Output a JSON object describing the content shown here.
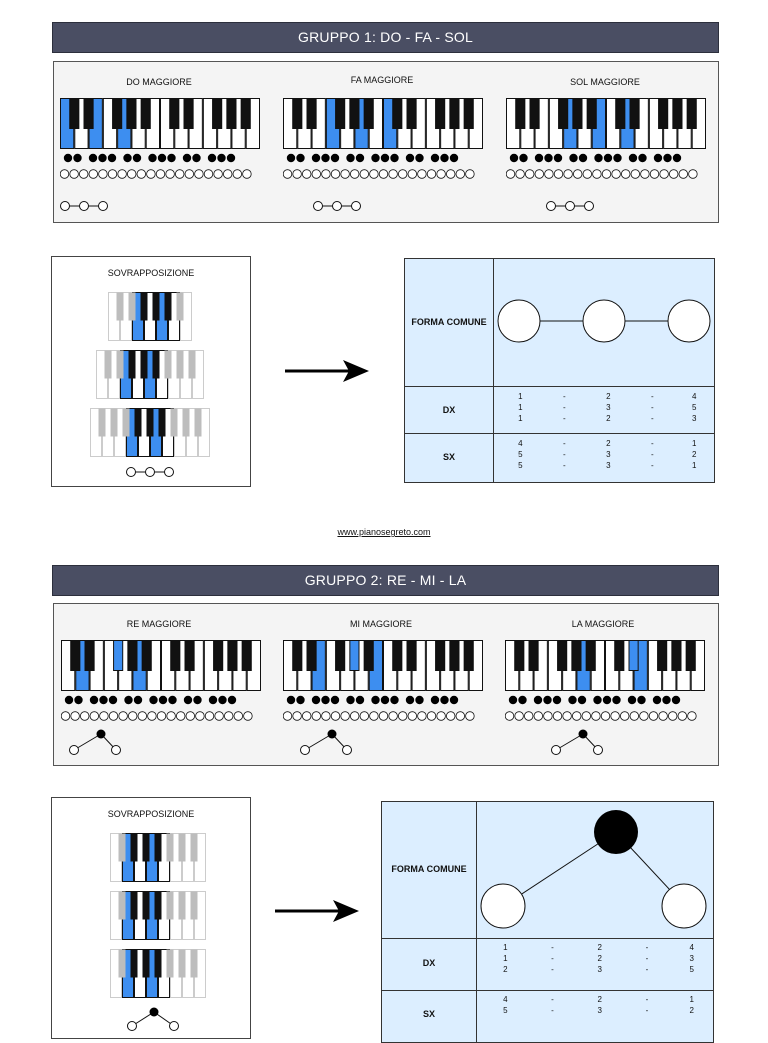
{
  "website": "www.pianosegreto.com",
  "colors": {
    "highlight": "#3d8ef0",
    "banner": "#4a4e63",
    "table_bg": "#dceeff",
    "panel_bg": "#f4f4f4",
    "faded_key": "#bdbdbd"
  },
  "group1": {
    "title": "GRUPPO 1: DO - FA - SOL",
    "chords": [
      {
        "name": "DO MAGGIORE",
        "highlight_white": [
          0,
          2,
          4
        ],
        "highlight_black": [],
        "shape_icon": "three-open-dots-line"
      },
      {
        "name": "FA MAGGIORE",
        "highlight_white": [
          3,
          5,
          7
        ],
        "highlight_black": [],
        "shape_icon": "three-open-dots-line"
      },
      {
        "name": "SOL MAGGIORE",
        "highlight_white": [
          4,
          6,
          8
        ],
        "highlight_black": [],
        "shape_icon": "three-open-dots-line"
      }
    ],
    "overlap_title": "SOVRAPPOSIZIONE",
    "common_shape_label": "FORMA COMUNE",
    "dx_label": "DX",
    "sx_label": "SX",
    "dx_rows": [
      [
        "1",
        "-",
        "2",
        "-",
        "4"
      ],
      [
        "1",
        "-",
        "3",
        "-",
        "5"
      ],
      [
        "1",
        "-",
        "2",
        "-",
        "3"
      ]
    ],
    "sx_rows": [
      [
        "4",
        "-",
        "2",
        "-",
        "1"
      ],
      [
        "5",
        "-",
        "3",
        "-",
        "2"
      ],
      [
        "5",
        "-",
        "3",
        "-",
        "1"
      ]
    ]
  },
  "group2": {
    "title": "GRUPPO 2: RE - MI - LA",
    "chords": [
      {
        "name": "RE MAGGIORE",
        "highlight_white": [
          1,
          5
        ],
        "highlight_black": [
          2
        ],
        "shape_icon": "middle-filled-triangle"
      },
      {
        "name": "MI MAGGIORE",
        "highlight_white": [
          2,
          6
        ],
        "highlight_black": [
          3
        ],
        "shape_icon": "middle-filled-triangle"
      },
      {
        "name": "LA MAGGIORE",
        "highlight_white": [
          5,
          9
        ],
        "highlight_black": [
          6
        ],
        "shape_icon": "middle-filled-triangle"
      }
    ],
    "overlap_title": "SOVRAPPOSIZIONE",
    "common_shape_label": "FORMA COMUNE",
    "dx_label": "DX",
    "sx_label": "SX",
    "dx_rows": [
      [
        "1",
        "-",
        "2",
        "-",
        "4"
      ],
      [
        "1",
        "-",
        "2",
        "-",
        "3"
      ],
      [
        "2",
        "-",
        "3",
        "-",
        "5"
      ]
    ],
    "sx_rows": [
      [
        "4",
        "-",
        "2",
        "-",
        "1"
      ],
      [
        "5",
        "-",
        "3",
        "-",
        "2"
      ]
    ]
  }
}
